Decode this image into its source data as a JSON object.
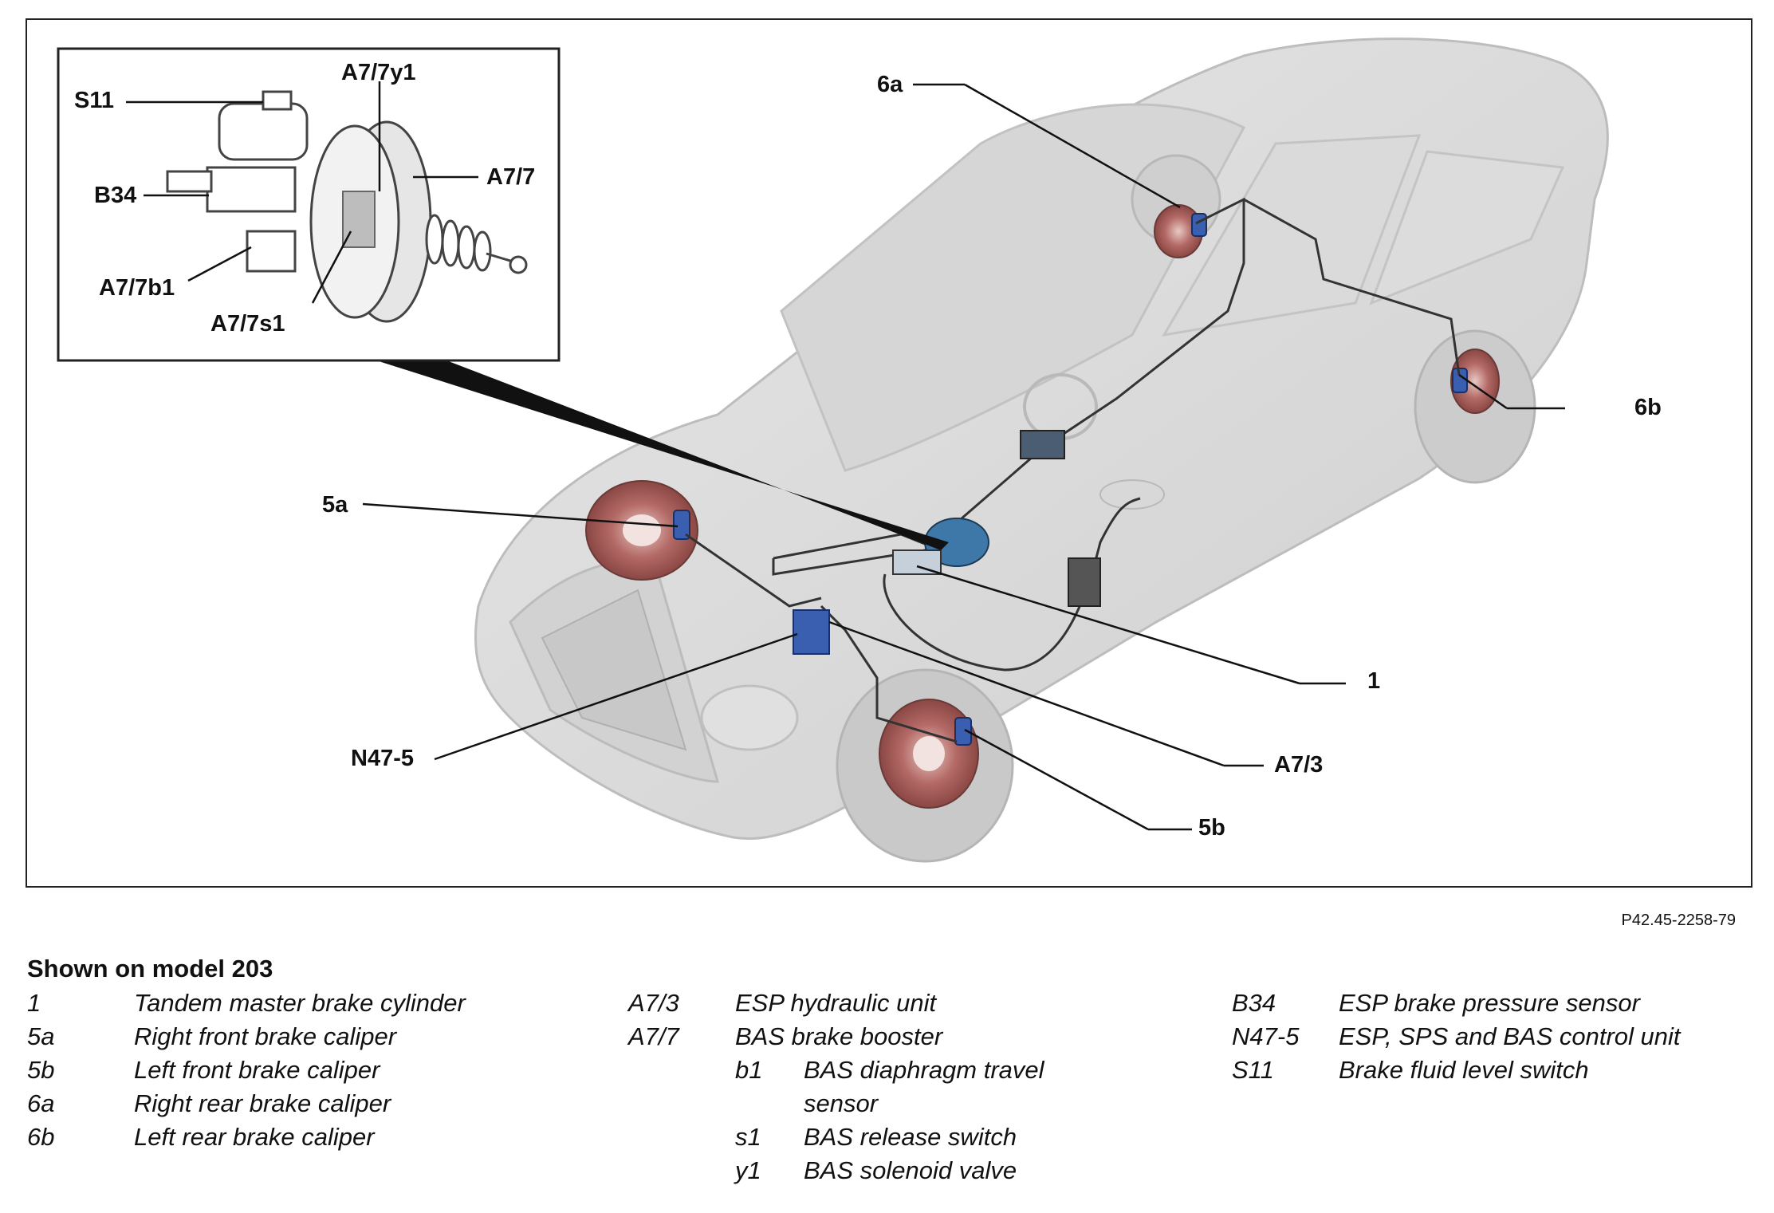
{
  "diagram": {
    "callouts": {
      "s11": "S11",
      "a7_7y1": "A7/7y1",
      "b34": "B34",
      "a7_7": "A7/7",
      "a7_7b1": "A7/7b1",
      "a7_7s1": "A7/7s1",
      "c6a": "6a",
      "c6b": "6b",
      "c5a": "5a",
      "c1": "1",
      "n47_5": "N47-5",
      "a7_3": "A7/3",
      "c5b": "5b"
    },
    "reference": "P42.45-2258-79",
    "caption": "Shown on model 203"
  },
  "legend": {
    "col1": [
      {
        "code": "1",
        "desc": "Tandem master brake cylinder"
      },
      {
        "code": "5a",
        "desc": "Right front brake caliper"
      },
      {
        "code": "5b",
        "desc": "Left front brake caliper"
      },
      {
        "code": "6a",
        "desc": "Right rear brake caliper"
      },
      {
        "code": "6b",
        "desc": "Left rear brake caliper"
      }
    ],
    "col2": {
      "a7_3": {
        "code": "A7/3",
        "desc": "ESP hydraulic unit"
      },
      "a7_7": {
        "code": "A7/7",
        "desc": "BAS brake booster"
      },
      "b1": {
        "code": "b1",
        "desc": "BAS diaphragm travel",
        "desc2": "sensor"
      },
      "s1": {
        "code": "s1",
        "desc": "BAS release switch"
      },
      "y1": {
        "code": "y1",
        "desc": "BAS solenoid valve"
      }
    },
    "col3": [
      {
        "code": "B34",
        "desc": "ESP brake pressure sensor"
      },
      {
        "code": "N47-5",
        "desc": "ESP, SPS and BAS control unit"
      },
      {
        "code": "S11",
        "desc": "Brake fluid level switch"
      }
    ]
  }
}
